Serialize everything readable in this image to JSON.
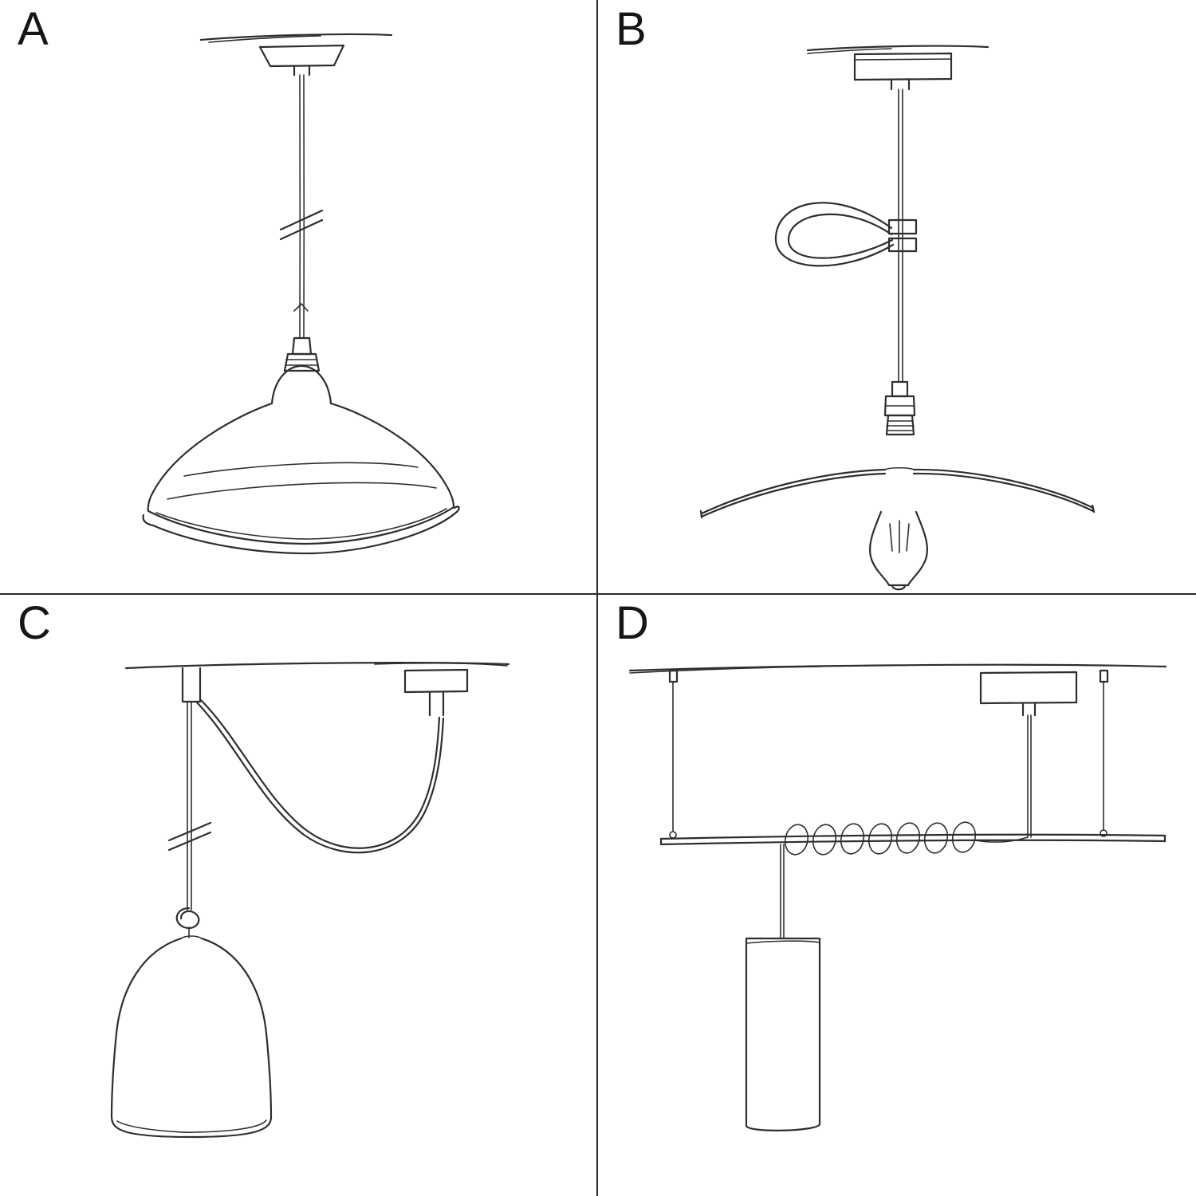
{
  "colors": {
    "background": "#ffffff",
    "ink": "#2e2e2e",
    "divider": "#2b2b2b",
    "letter": "#161616"
  },
  "panels": [
    {
      "label": "A",
      "icon": "pendant-lamp-bowl-shade-sketch"
    },
    {
      "label": "B",
      "icon": "pendant-lamp-plate-shade-bulb-cable-tie-sketch"
    },
    {
      "label": "C",
      "icon": "swag-pendant-hook-bell-shade-sketch"
    },
    {
      "label": "D",
      "icon": "bar-suspension-coiled-cable-cylinder-pendant-sketch"
    }
  ]
}
